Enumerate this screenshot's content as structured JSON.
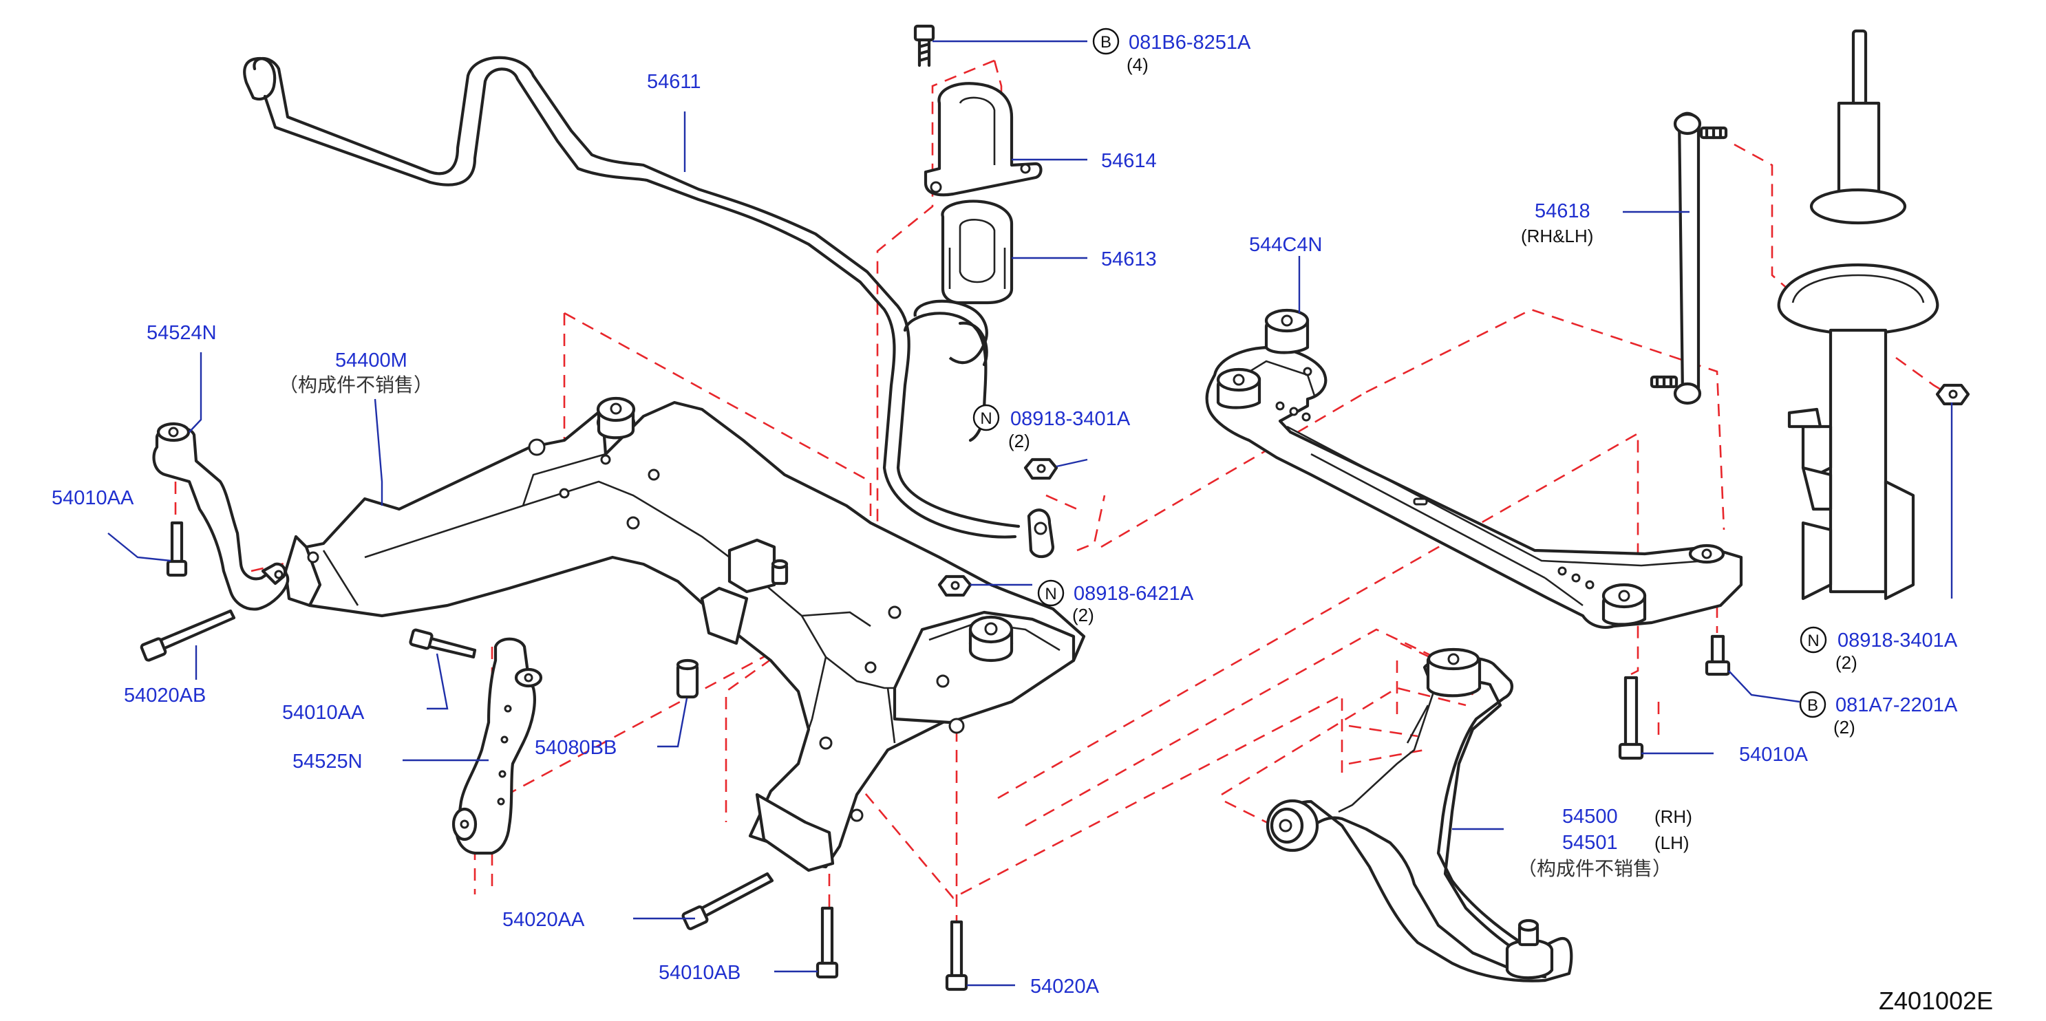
{
  "diagram_code": "Z401002E",
  "callouts": {
    "p54611": "54611",
    "p081B6": "081B6-8251A",
    "p081B6_qty": "(4)",
    "p081B6_badge": "B",
    "p54614": "54614",
    "p54613": "54613",
    "p54618": "54618",
    "p54618_side": "(RH&LH)",
    "p544C4N": "544C4N",
    "p54524N": "54524N",
    "p54400M": "54400M",
    "p54400M_note": "（构成件不销售）",
    "p08918_3401A_a": "08918-3401A",
    "p08918_3401A_a_qty": "(2)",
    "p08918_3401A_a_badge": "N",
    "p54010AA_left": "54010AA",
    "p08918_6421A": "08918-6421A",
    "p08918_6421A_qty": "(2)",
    "p08918_6421A_badge": "N",
    "p08918_3401A_b": "08918-3401A",
    "p08918_3401A_b_qty": "(2)",
    "p08918_3401A_b_badge": "N",
    "p54020AB": "54020AB",
    "p54010AA_mid": "54010AA",
    "p54080BB": "54080BB",
    "p54525N": "54525N",
    "p081A7": "081A7-2201A",
    "p081A7_qty": "(2)",
    "p081A7_badge": "B",
    "p54010A": "54010A",
    "p54500": "54500",
    "p54500_side": "(RH)",
    "p54501": "54501",
    "p54501_side": "(LH)",
    "p5450x_note": "（构成件不销售）",
    "p54020AA": "54020AA",
    "p54010AB": "54010AB",
    "p54020A": "54020A"
  },
  "colors": {
    "callout_text": "#1f2fcf",
    "leader_line": "#1f2fa8",
    "dashed_line": "#e8262b",
    "part_outline": "#222222"
  }
}
